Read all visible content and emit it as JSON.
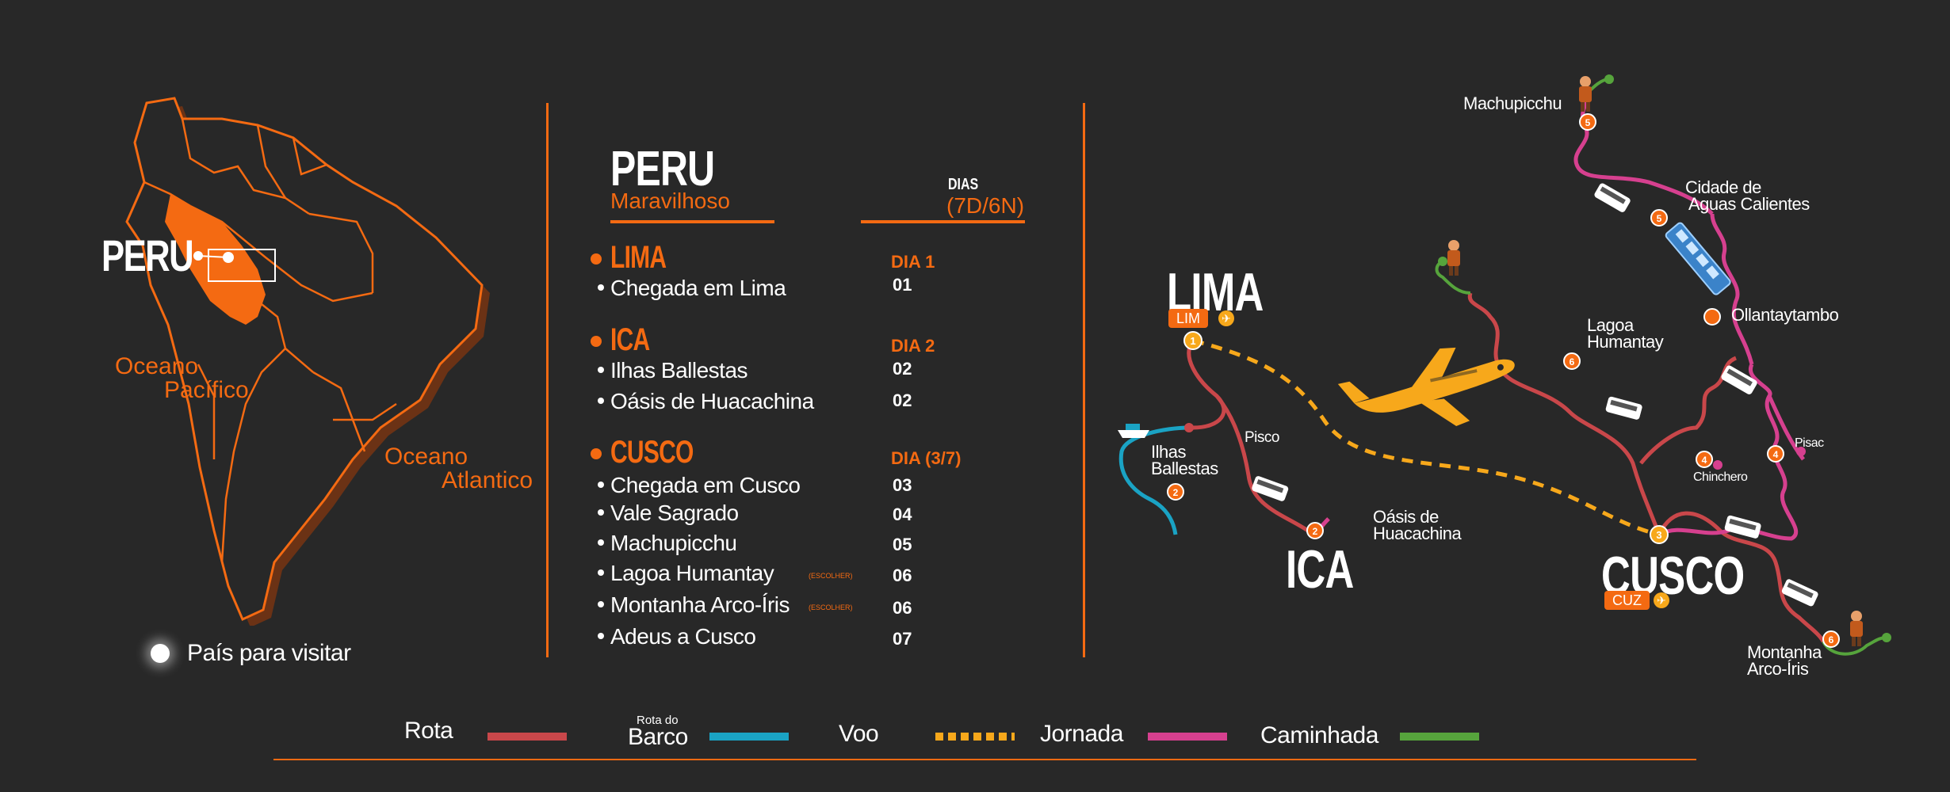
{
  "colors": {
    "background": "#282828",
    "accent_orange": "#f46a12",
    "rota": "#c9474a",
    "barco": "#1aa3c4",
    "voo": "#f7a81b",
    "jornada": "#d6408f",
    "caminhada": "#56a43c"
  },
  "left_map": {
    "country_label": "PERU",
    "ocean_pacific": [
      "Oceano",
      "Pacífico"
    ],
    "ocean_atlantic": [
      "Oceano",
      "Atlantico"
    ],
    "legend_label": "País para visitar"
  },
  "itinerary": {
    "title": "PERU",
    "subtitle": "Maravilhoso",
    "days_label": "DIAS",
    "days_range": "(7D/6N)",
    "sections": [
      {
        "city": "LIMA",
        "dia": "DIA 1",
        "items": [
          {
            "label": "Chegada em Lima",
            "day": "01",
            "note": ""
          }
        ]
      },
      {
        "city": "ICA",
        "dia": "DIA 2",
        "items": [
          {
            "label": "Ilhas Ballestas",
            "day": "02",
            "note": ""
          },
          {
            "label": "Oásis de Huacachina",
            "day": "02",
            "note": ""
          }
        ]
      },
      {
        "city": "CUSCO",
        "dia": "DIA  (3/7)",
        "items": [
          {
            "label": "Chegada em Cusco",
            "day": "03",
            "note": ""
          },
          {
            "label": "Vale Sagrado",
            "day": "04",
            "note": ""
          },
          {
            "label": "Machupicchu",
            "day": "05",
            "note": ""
          },
          {
            "label": "Lagoa Humantay",
            "day": "06",
            "note": "(ESCOLHER)"
          },
          {
            "label": "Montanha Arco-Íris",
            "day": "06",
            "note": "(ESCOLHER)"
          },
          {
            "label": "Adeus a Cusco",
            "day": "07",
            "note": ""
          }
        ]
      }
    ]
  },
  "route_map": {
    "cities": {
      "lima": {
        "name": "LIMA",
        "code": "LIM"
      },
      "ica": {
        "name": "ICA"
      },
      "cusco": {
        "name": "CUSCO",
        "code": "CUZ"
      }
    },
    "places": {
      "machupicchu": "Machupicchu",
      "aguas_calientes": [
        "Cidade de",
        "Aguas Calientes"
      ],
      "ollantaytambo": "Ollantaytambo",
      "lagoa": [
        "Lagoa",
        "Humantay"
      ],
      "pisac": "Pisac",
      "chinchero": "Chinchero",
      "montanha": [
        "Montanha",
        "Arco-Íris"
      ],
      "ilhas": [
        "Ilhas",
        "Ballestas"
      ],
      "pisco": "Pisco",
      "oasis": [
        "Oásis de",
        "Huacachina"
      ]
    },
    "markers": [
      "1",
      "2",
      "2",
      "3",
      "4",
      "4",
      "5",
      "5",
      "6",
      "6"
    ]
  },
  "legend": {
    "rota": "Rota",
    "barco_small": "Rota do",
    "barco": "Barco",
    "voo": "Voo",
    "jornada": "Jornada",
    "caminhada": "Caminhada"
  }
}
